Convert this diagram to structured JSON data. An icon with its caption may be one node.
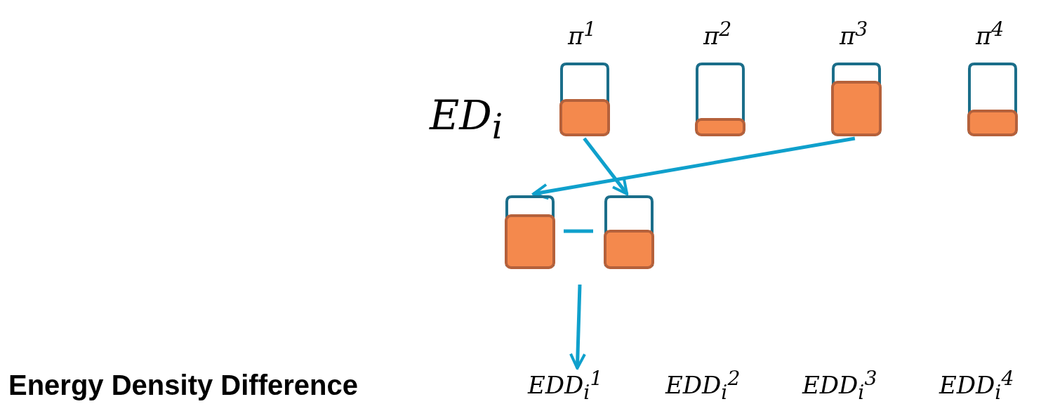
{
  "diagram": {
    "nodes": [
      {
        "text": [],
        "shape": "bar",
        "beside": [
          "π$^{1}$"
        ]
      },
      {
        "text": [],
        "shape": "bar",
        "beside": [
          "π$^{2}$"
        ]
      },
      {
        "text": [],
        "shape": "bar",
        "beside": [
          "π$^{3}$"
        ]
      },
      {
        "text": [],
        "shape": "bar",
        "beside": [
          "π$^{4}$"
        ]
      },
      {
        "text": [],
        "shape": "bar"
      },
      {
        "text": [],
        "shape": "bar"
      },
      {
        "text": [
          "EDD$_{i}$$^{1}$"
        ]
      }
    ],
    "edges": [
      {
        "from": 0,
        "to": 5,
        "arrow": "to"
      },
      {
        "from": 2,
        "to": 4,
        "arrow": "to"
      },
      {
        "from": null,
        "to": 6,
        "arrow": "to"
      }
    ],
    "labels": [
      "ED$_{i}$",
      "Energy Density Difference",
      "EDD$_{i}$$^{2}$",
      "EDD$_{i}$$^{3}$",
      "EDD$_{i}$$^{4}$"
    ]
  }
}
